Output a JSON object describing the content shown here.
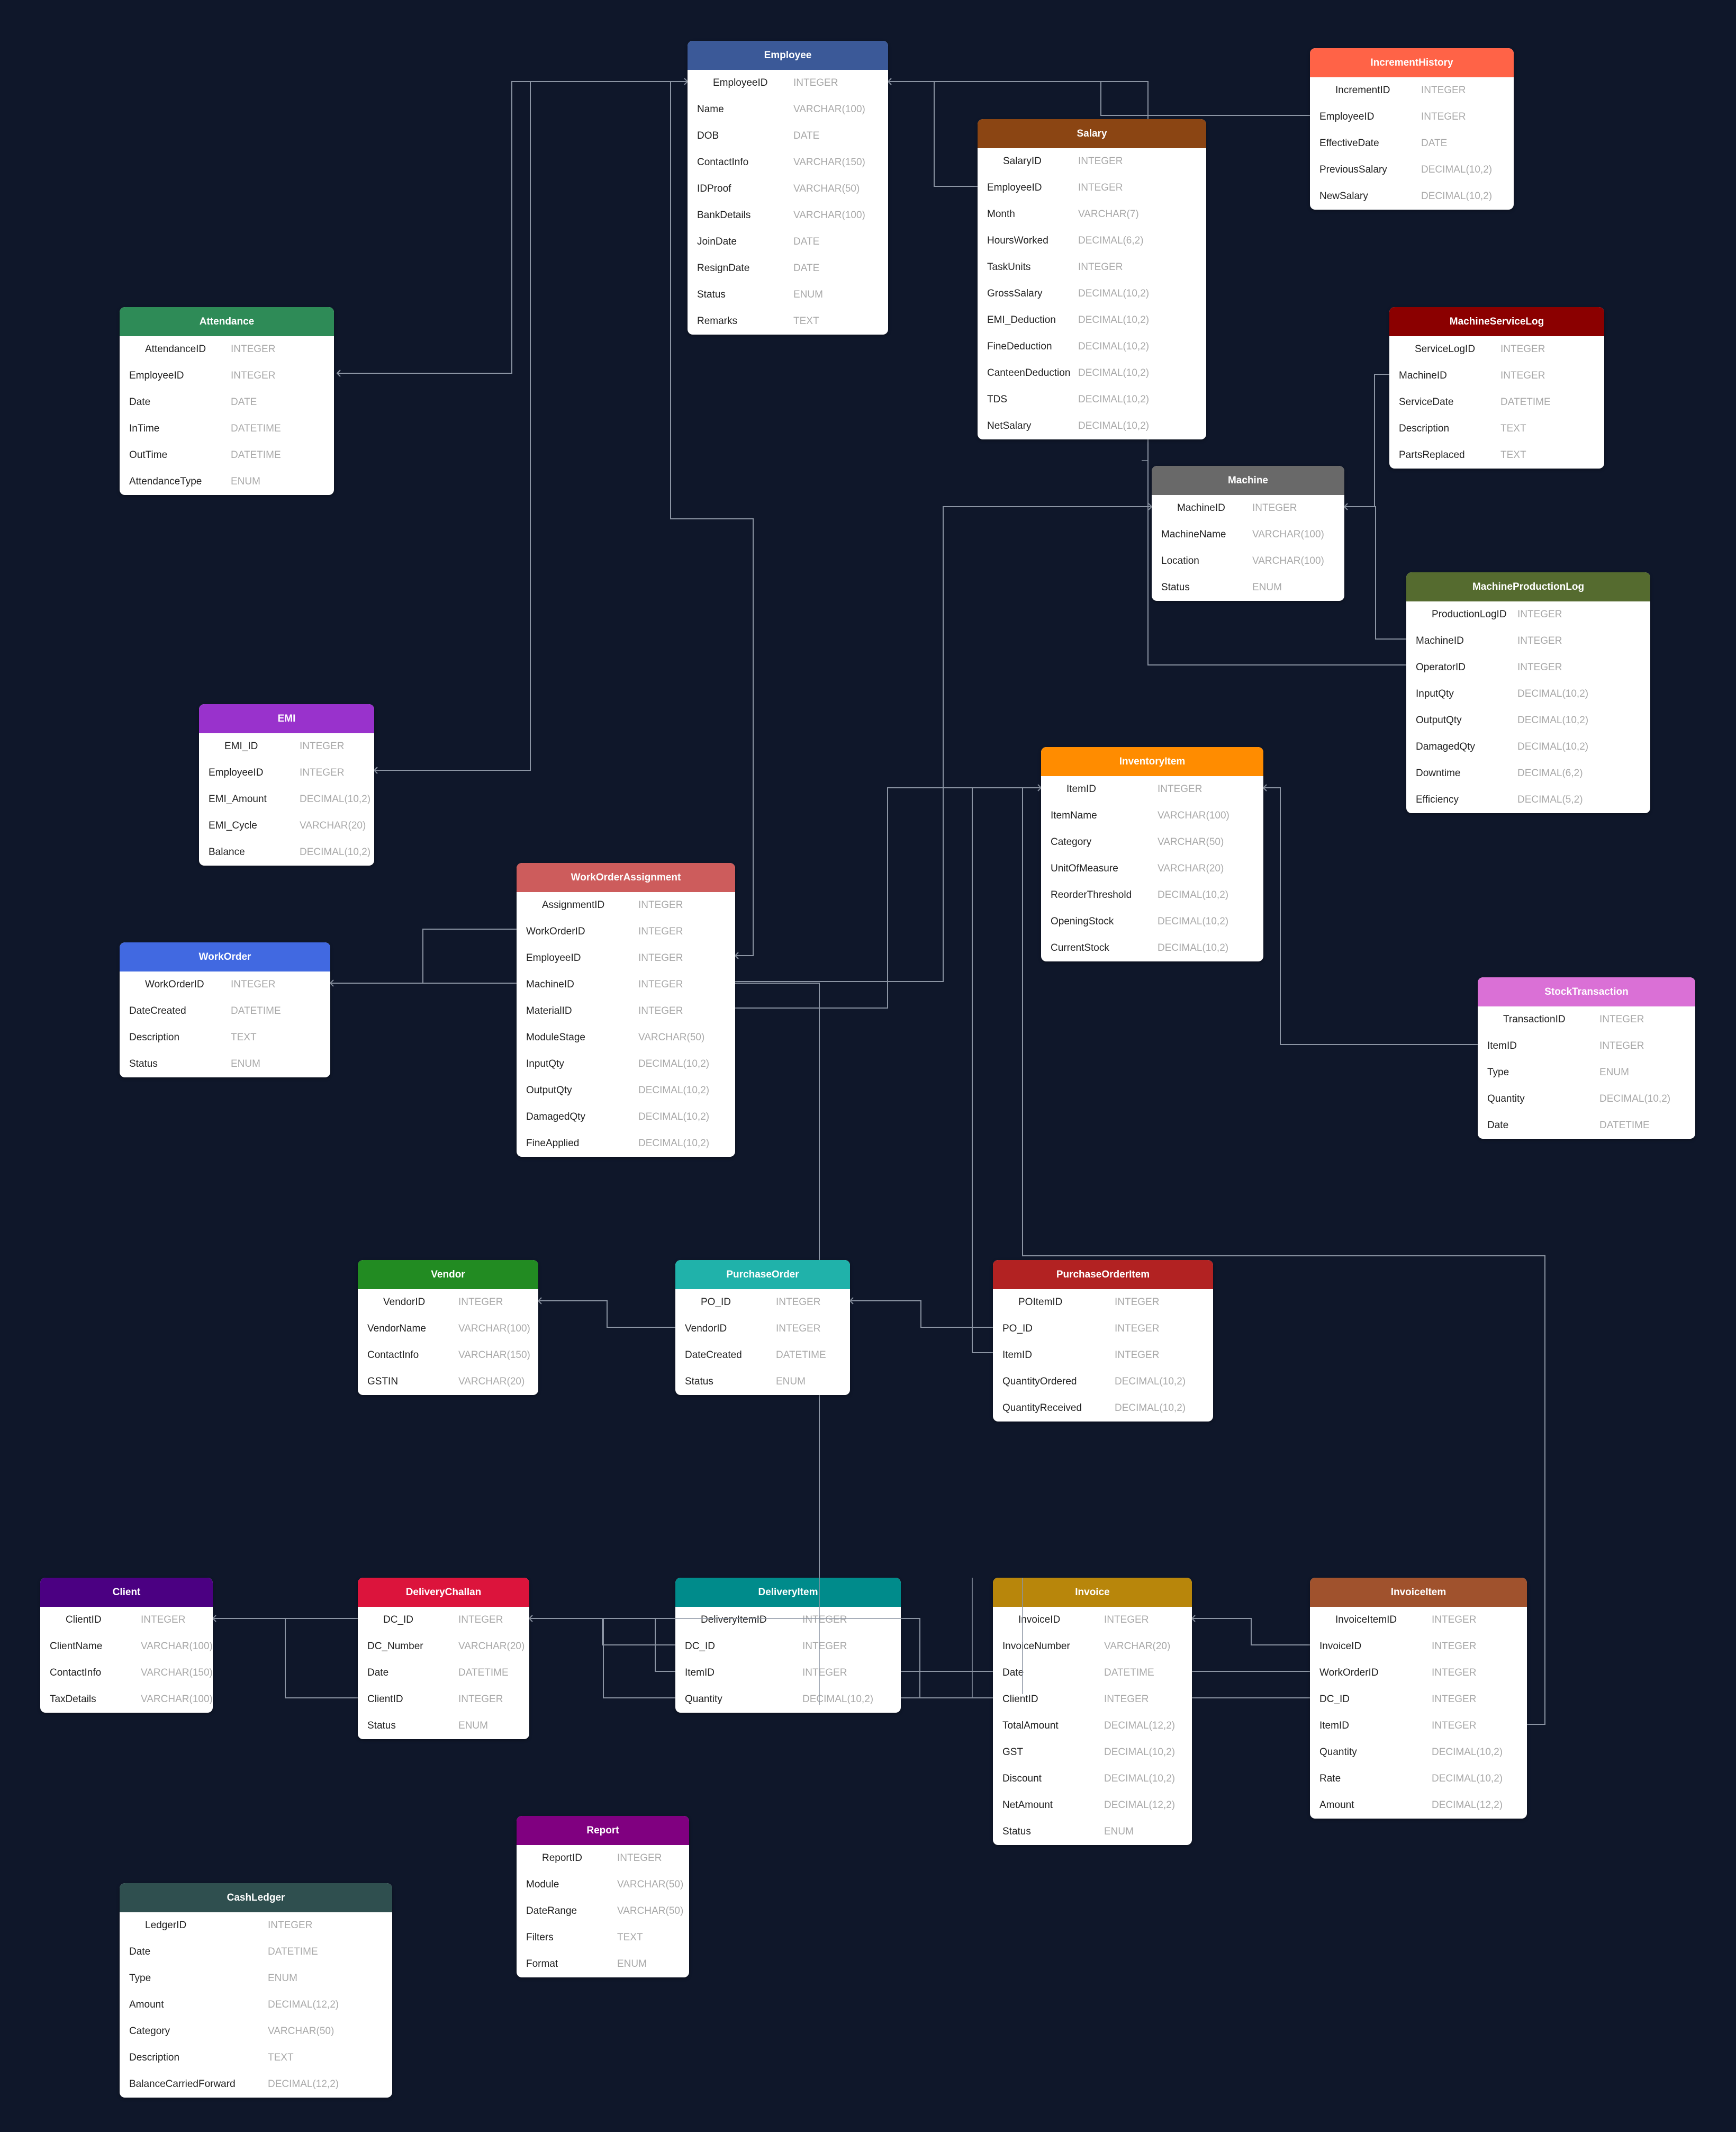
{
  "colors": {
    "background": "#0f172a",
    "connector": "#8b94a3",
    "column_type": "#a9a9a9"
  },
  "tables": [
    {
      "id": "employee",
      "name": "Employee",
      "color": "#3b5998",
      "rows": [
        [
          "EmployeeID",
          "INTEGER"
        ],
        [
          "Name",
          "VARCHAR(100)"
        ],
        [
          "DOB",
          "DATE"
        ],
        [
          "ContactInfo",
          "VARCHAR(150)"
        ],
        [
          "IDProof",
          "VARCHAR(50)"
        ],
        [
          "BankDetails",
          "VARCHAR(100)"
        ],
        [
          "JoinDate",
          "DATE"
        ],
        [
          "ResignDate",
          "DATE"
        ],
        [
          "Status",
          "ENUM"
        ],
        [
          "Remarks",
          "TEXT"
        ]
      ]
    },
    {
      "id": "incrementhistory",
      "name": "IncrementHistory",
      "color": "#ff6347",
      "rows": [
        [
          "IncrementID",
          "INTEGER"
        ],
        [
          "EmployeeID",
          "INTEGER"
        ],
        [
          "EffectiveDate",
          "DATE"
        ],
        [
          "PreviousSalary",
          "DECIMAL(10,2)"
        ],
        [
          "NewSalary",
          "DECIMAL(10,2)"
        ]
      ]
    },
    {
      "id": "salary",
      "name": "Salary",
      "color": "#8b4513",
      "rows": [
        [
          "SalaryID",
          "INTEGER"
        ],
        [
          "EmployeeID",
          "INTEGER"
        ],
        [
          "Month",
          "VARCHAR(7)"
        ],
        [
          "HoursWorked",
          "DECIMAL(6,2)"
        ],
        [
          "TaskUnits",
          "INTEGER"
        ],
        [
          "GrossSalary",
          "DECIMAL(10,2)"
        ],
        [
          "EMI_Deduction",
          "DECIMAL(10,2)"
        ],
        [
          "FineDeduction",
          "DECIMAL(10,2)"
        ],
        [
          "CanteenDeduction",
          "DECIMAL(10,2)"
        ],
        [
          "TDS",
          "DECIMAL(10,2)"
        ],
        [
          "NetSalary",
          "DECIMAL(10,2)"
        ]
      ]
    },
    {
      "id": "attendance",
      "name": "Attendance",
      "color": "#2e8b57",
      "rows": [
        [
          "AttendanceID",
          "INTEGER"
        ],
        [
          "EmployeeID",
          "INTEGER"
        ],
        [
          "Date",
          "DATE"
        ],
        [
          "InTime",
          "DATETIME"
        ],
        [
          "OutTime",
          "DATETIME"
        ],
        [
          "AttendanceType",
          "ENUM"
        ]
      ]
    },
    {
      "id": "machineservicelog",
      "name": "MachineServiceLog",
      "color": "#8b0000",
      "rows": [
        [
          "ServiceLogID",
          "INTEGER"
        ],
        [
          "MachineID",
          "INTEGER"
        ],
        [
          "ServiceDate",
          "DATETIME"
        ],
        [
          "Description",
          "TEXT"
        ],
        [
          "PartsReplaced",
          "TEXT"
        ]
      ]
    },
    {
      "id": "machine",
      "name": "Machine",
      "color": "#696969",
      "rows": [
        [
          "MachineID",
          "INTEGER"
        ],
        [
          "MachineName",
          "VARCHAR(100)"
        ],
        [
          "Location",
          "VARCHAR(100)"
        ],
        [
          "Status",
          "ENUM"
        ]
      ]
    },
    {
      "id": "machineproductionlog",
      "name": "MachineProductionLog",
      "color": "#556b2f",
      "rows": [
        [
          "ProductionLogID",
          "INTEGER"
        ],
        [
          "MachineID",
          "INTEGER"
        ],
        [
          "OperatorID",
          "INTEGER"
        ],
        [
          "InputQty",
          "DECIMAL(10,2)"
        ],
        [
          "OutputQty",
          "DECIMAL(10,2)"
        ],
        [
          "DamagedQty",
          "DECIMAL(10,2)"
        ],
        [
          "Downtime",
          "DECIMAL(6,2)"
        ],
        [
          "Efficiency",
          "DECIMAL(5,2)"
        ]
      ]
    },
    {
      "id": "emi",
      "name": "EMI",
      "color": "#9932cc",
      "rows": [
        [
          "EMI_ID",
          "INTEGER"
        ],
        [
          "EmployeeID",
          "INTEGER"
        ],
        [
          "EMI_Amount",
          "DECIMAL(10,2)"
        ],
        [
          "EMI_Cycle",
          "VARCHAR(20)"
        ],
        [
          "Balance",
          "DECIMAL(10,2)"
        ]
      ]
    },
    {
      "id": "inventoryitem",
      "name": "InventoryItem",
      "color": "#ff8c00",
      "rows": [
        [
          "ItemID",
          "INTEGER"
        ],
        [
          "ItemName",
          "VARCHAR(100)"
        ],
        [
          "Category",
          "VARCHAR(50)"
        ],
        [
          "UnitOfMeasure",
          "VARCHAR(20)"
        ],
        [
          "ReorderThreshold",
          "DECIMAL(10,2)"
        ],
        [
          "OpeningStock",
          "DECIMAL(10,2)"
        ],
        [
          "CurrentStock",
          "DECIMAL(10,2)"
        ]
      ]
    },
    {
      "id": "workorderassignment",
      "name": "WorkOrderAssignment",
      "color": "#cd5c5c",
      "rows": [
        [
          "AssignmentID",
          "INTEGER"
        ],
        [
          "WorkOrderID",
          "INTEGER"
        ],
        [
          "EmployeeID",
          "INTEGER"
        ],
        [
          "MachineID",
          "INTEGER"
        ],
        [
          "MaterialID",
          "INTEGER"
        ],
        [
          "ModuleStage",
          "VARCHAR(50)"
        ],
        [
          "InputQty",
          "DECIMAL(10,2)"
        ],
        [
          "OutputQty",
          "DECIMAL(10,2)"
        ],
        [
          "DamagedQty",
          "DECIMAL(10,2)"
        ],
        [
          "FineApplied",
          "DECIMAL(10,2)"
        ]
      ]
    },
    {
      "id": "workorder",
      "name": "WorkOrder",
      "color": "#4169e1",
      "rows": [
        [
          "WorkOrderID",
          "INTEGER"
        ],
        [
          "DateCreated",
          "DATETIME"
        ],
        [
          "Description",
          "TEXT"
        ],
        [
          "Status",
          "ENUM"
        ]
      ]
    },
    {
      "id": "stocktransaction",
      "name": "StockTransaction",
      "color": "#da70d6",
      "rows": [
        [
          "TransactionID",
          "INTEGER"
        ],
        [
          "ItemID",
          "INTEGER"
        ],
        [
          "Type",
          "ENUM"
        ],
        [
          "Quantity",
          "DECIMAL(10,2)"
        ],
        [
          "Date",
          "DATETIME"
        ]
      ]
    },
    {
      "id": "vendor",
      "name": "Vendor",
      "color": "#228b22",
      "rows": [
        [
          "VendorID",
          "INTEGER"
        ],
        [
          "VendorName",
          "VARCHAR(100)"
        ],
        [
          "ContactInfo",
          "VARCHAR(150)"
        ],
        [
          "GSTIN",
          "VARCHAR(20)"
        ]
      ]
    },
    {
      "id": "purchaseorder",
      "name": "PurchaseOrder",
      "color": "#20b2aa",
      "rows": [
        [
          "PO_ID",
          "INTEGER"
        ],
        [
          "VendorID",
          "INTEGER"
        ],
        [
          "DateCreated",
          "DATETIME"
        ],
        [
          "Status",
          "ENUM"
        ]
      ]
    },
    {
      "id": "purchaseorderitem",
      "name": "PurchaseOrderItem",
      "color": "#b22222",
      "rows": [
        [
          "POItemID",
          "INTEGER"
        ],
        [
          "PO_ID",
          "INTEGER"
        ],
        [
          "ItemID",
          "INTEGER"
        ],
        [
          "QuantityOrdered",
          "DECIMAL(10,2)"
        ],
        [
          "QuantityReceived",
          "DECIMAL(10,2)"
        ]
      ]
    },
    {
      "id": "client",
      "name": "Client",
      "color": "#4b0082",
      "rows": [
        [
          "ClientID",
          "INTEGER"
        ],
        [
          "ClientName",
          "VARCHAR(100)"
        ],
        [
          "ContactInfo",
          "VARCHAR(150)"
        ],
        [
          "TaxDetails",
          "VARCHAR(100)"
        ]
      ]
    },
    {
      "id": "deliverychallan",
      "name": "DeliveryChallan",
      "color": "#dc143c",
      "rows": [
        [
          "DC_ID",
          "INTEGER"
        ],
        [
          "DC_Number",
          "VARCHAR(20)"
        ],
        [
          "Date",
          "DATETIME"
        ],
        [
          "ClientID",
          "INTEGER"
        ],
        [
          "Status",
          "ENUM"
        ]
      ]
    },
    {
      "id": "deliveryitem",
      "name": "DeliveryItem",
      "color": "#008b8b",
      "rows": [
        [
          "DeliveryItemID",
          "INTEGER"
        ],
        [
          "DC_ID",
          "INTEGER"
        ],
        [
          "ItemID",
          "INTEGER"
        ],
        [
          "Quantity",
          "DECIMAL(10,2)"
        ]
      ]
    },
    {
      "id": "invoice",
      "name": "Invoice",
      "color": "#b8860b",
      "rows": [
        [
          "InvoiceID",
          "INTEGER"
        ],
        [
          "InvoiceNumber",
          "VARCHAR(20)"
        ],
        [
          "Date",
          "DATETIME"
        ],
        [
          "ClientID",
          "INTEGER"
        ],
        [
          "TotalAmount",
          "DECIMAL(12,2)"
        ],
        [
          "GST",
          "DECIMAL(10,2)"
        ],
        [
          "Discount",
          "DECIMAL(10,2)"
        ],
        [
          "NetAmount",
          "DECIMAL(12,2)"
        ],
        [
          "Status",
          "ENUM"
        ]
      ]
    },
    {
      "id": "invoiceitem",
      "name": "InvoiceItem",
      "color": "#a0522d",
      "rows": [
        [
          "InvoiceItemID",
          "INTEGER"
        ],
        [
          "InvoiceID",
          "INTEGER"
        ],
        [
          "WorkOrderID",
          "INTEGER"
        ],
        [
          "DC_ID",
          "INTEGER"
        ],
        [
          "ItemID",
          "INTEGER"
        ],
        [
          "Quantity",
          "DECIMAL(10,2)"
        ],
        [
          "Rate",
          "DECIMAL(10,2)"
        ],
        [
          "Amount",
          "DECIMAL(12,2)"
        ]
      ]
    },
    {
      "id": "report",
      "name": "Report",
      "color": "#800080",
      "rows": [
        [
          "ReportID",
          "INTEGER"
        ],
        [
          "Module",
          "VARCHAR(50)"
        ],
        [
          "DateRange",
          "VARCHAR(50)"
        ],
        [
          "Filters",
          "TEXT"
        ],
        [
          "Format",
          "ENUM"
        ]
      ]
    },
    {
      "id": "cashledger",
      "name": "CashLedger",
      "color": "#2f4f4f",
      "rows": [
        [
          "LedgerID",
          "INTEGER"
        ],
        [
          "Date",
          "DATETIME"
        ],
        [
          "Type",
          "ENUM"
        ],
        [
          "Amount",
          "DECIMAL(12,2)"
        ],
        [
          "Category",
          "VARCHAR(50)"
        ],
        [
          "Description",
          "TEXT"
        ],
        [
          "BalanceCarriedForward",
          "DECIMAL(12,2)"
        ]
      ]
    }
  ]
}
